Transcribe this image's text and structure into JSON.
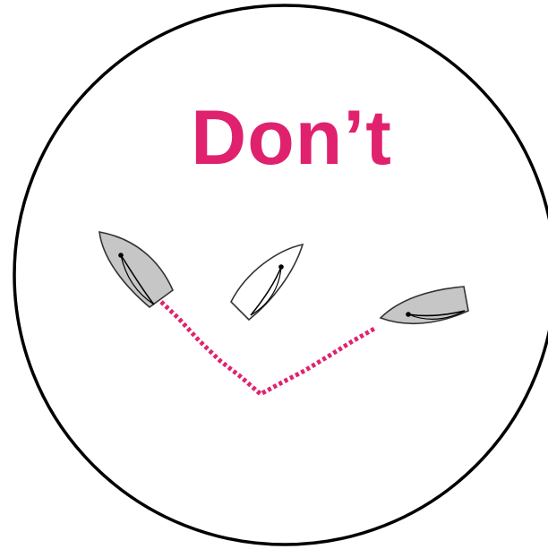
{
  "heading": {
    "text": "Don’t",
    "color": "#e0226e"
  },
  "colors": {
    "outline": "#000000",
    "boat_fill_shaded": "#c6c6c6",
    "boat_fill_plain": "#ffffff",
    "track": "#e0226e"
  },
  "boats": [
    {
      "name": "left-boat",
      "fill": "shaded"
    },
    {
      "name": "middle-boat",
      "fill": "plain"
    },
    {
      "name": "right-boat",
      "fill": "shaded"
    }
  ],
  "track": {
    "style": "dotted"
  }
}
